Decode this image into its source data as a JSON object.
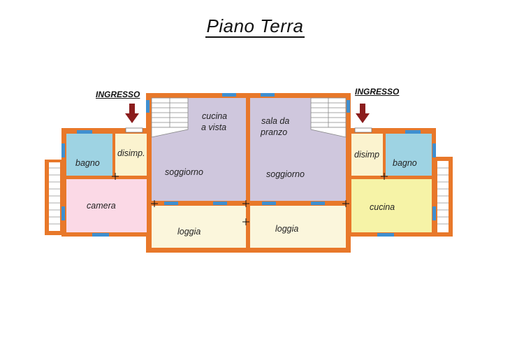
{
  "title": "Piano Terra",
  "entrance_left": "INGRESSO",
  "entrance_right": "INGRESSO",
  "rooms": {
    "left_bathroom": "bagno",
    "left_hall": "disimp.",
    "left_bedroom": "camera",
    "left_living": "soggiorno",
    "left_kitchen_line1": "cucina",
    "left_kitchen_line2": "a vista",
    "left_loggia": "loggia",
    "right_dining_line1": "sala da",
    "right_dining_line2": "pranzo",
    "right_living": "soggiorno",
    "right_loggia": "loggia",
    "right_hall": "disimp",
    "right_bathroom": "bagno",
    "right_kitchen": "cucina"
  },
  "colors": {
    "wall": "#e8782a",
    "bathroom": "#9ed3e3",
    "hall": "#fbf3cf",
    "bedroom": "#fbd9e6",
    "living": "#cfc7dd",
    "loggia": "#fbf6dc",
    "kitchen": "#f6f3a7",
    "window": "#3f8fd0",
    "arrow": "#8b1d1d"
  }
}
